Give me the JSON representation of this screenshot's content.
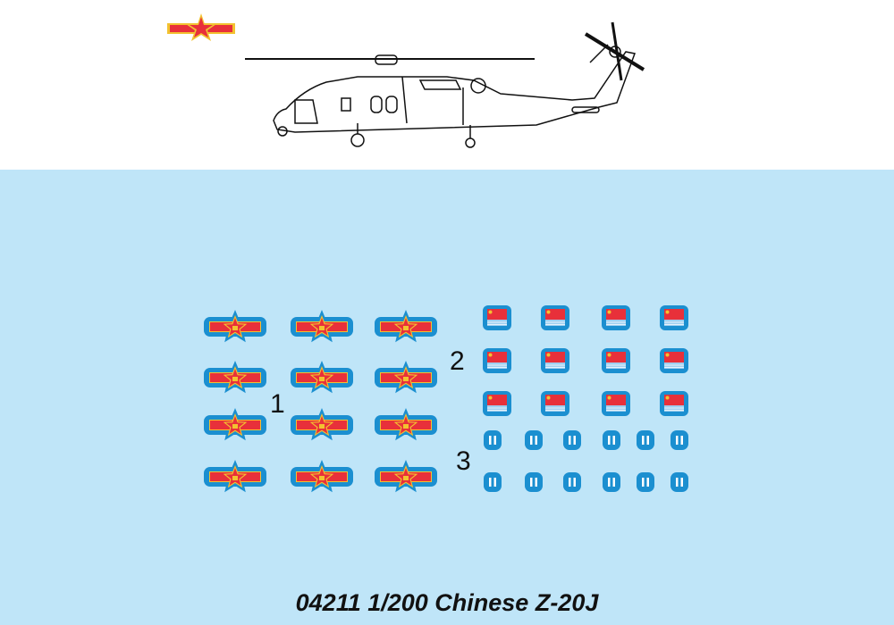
{
  "colors": {
    "sheet": "#bfe5f8",
    "decal_border": "#1b8fd0",
    "red": "#e8303a",
    "gold": "#f2c230"
  },
  "labels": {
    "set1": "1",
    "set2": "2",
    "set3": "3"
  },
  "title": "04211 1/200 Chinese Z-20J",
  "decals": {
    "roundel_count": 12,
    "flag_count": 12,
    "oval_count": 12
  }
}
